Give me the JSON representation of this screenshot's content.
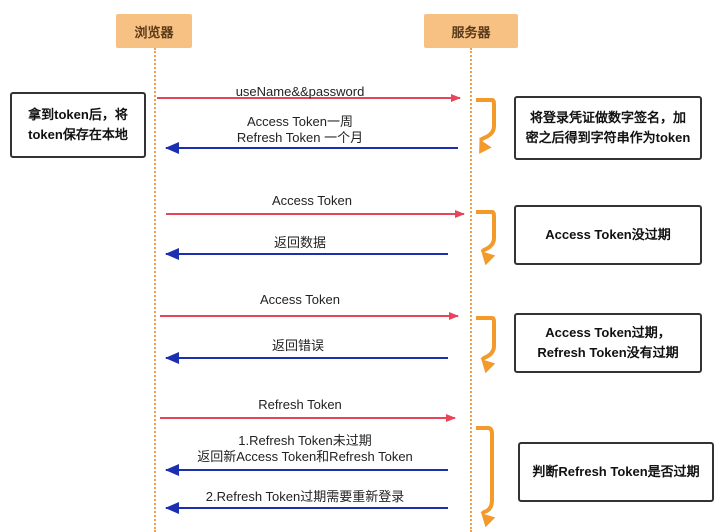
{
  "actors": {
    "browser": "浏览器",
    "server": "服务器"
  },
  "notes": {
    "client_store": [
      "拿到token后，将",
      "token保存在本地"
    ],
    "server_sign": [
      "将登录凭证做数字签名，加",
      "密之后得到字符串作为token"
    ],
    "not_expired": "Access Token没过期",
    "access_expired": [
      "Access Token过期，",
      "Refresh Token没有过期"
    ],
    "check_refresh": "判断Refresh Token是否过期"
  },
  "messages": {
    "login_request": "useName&&password",
    "login_response": [
      "Access Token一周",
      "Refresh Token 一个月"
    ],
    "req1": "Access Token",
    "resp1": "返回数据",
    "req2": "Access Token",
    "resp2": "返回错误",
    "req3": "Refresh Token",
    "resp3a": [
      "1.Refresh Token未过期",
      "返回新Access Token和Refresh Token"
    ],
    "resp3b": "2.Refresh Token过期需要重新登录"
  },
  "colors": {
    "request_arrow": "#e8455a",
    "response_arrow": "#1c2fb0",
    "bracket": "#f39a2b",
    "actor_fill": "#f6c183"
  }
}
